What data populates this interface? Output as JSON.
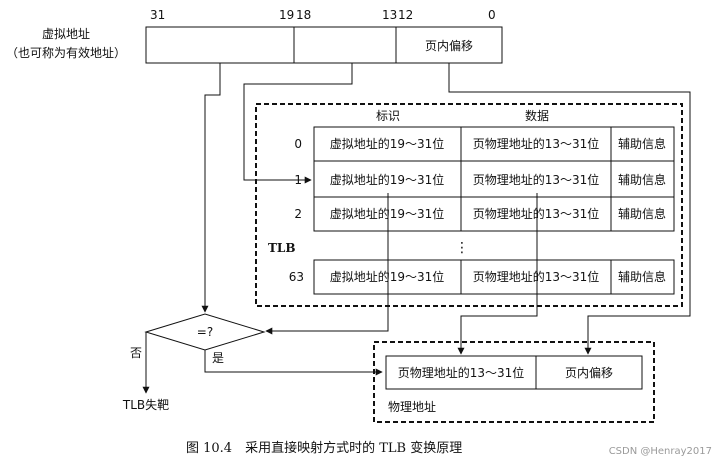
{
  "virtual_address": {
    "label_line1": "虚拟地址",
    "label_line2": "（也可称为有效地址）",
    "bit_labels": [
      "31",
      "19",
      "18",
      "13",
      "12",
      "0"
    ],
    "offset_label": "页内偏移"
  },
  "tlb": {
    "label": "TLB",
    "header_tag": "标识",
    "header_data": "数据",
    "ellipsis": "⋮",
    "rows": [
      {
        "index": "0",
        "tag": "虚拟地址的19～31位",
        "data": "页物理地址的13～31位",
        "aux": "辅助信息"
      },
      {
        "index": "1",
        "tag": "虚拟地址的19～31位",
        "data": "页物理地址的13～31位",
        "aux": "辅助信息"
      },
      {
        "index": "2",
        "tag": "虚拟地址的19～31位",
        "data": "页物理地址的13～31位",
        "aux": "辅助信息"
      },
      {
        "index": "63",
        "tag": "虚拟地址的19～31位",
        "data": "页物理地址的13～31位",
        "aux": "辅助信息"
      }
    ]
  },
  "compare": {
    "label": "=?",
    "no_label": "否",
    "yes_label": "是",
    "miss_label": "TLB失靶"
  },
  "physical_address": {
    "frame_label": "页物理地址的13～31位",
    "offset_label": "页内偏移",
    "caption": "物理地址"
  },
  "figure_caption": "图 10.4　采用直接映射方式时的 TLB 变换原理",
  "watermark": "CSDN @Henray2017"
}
